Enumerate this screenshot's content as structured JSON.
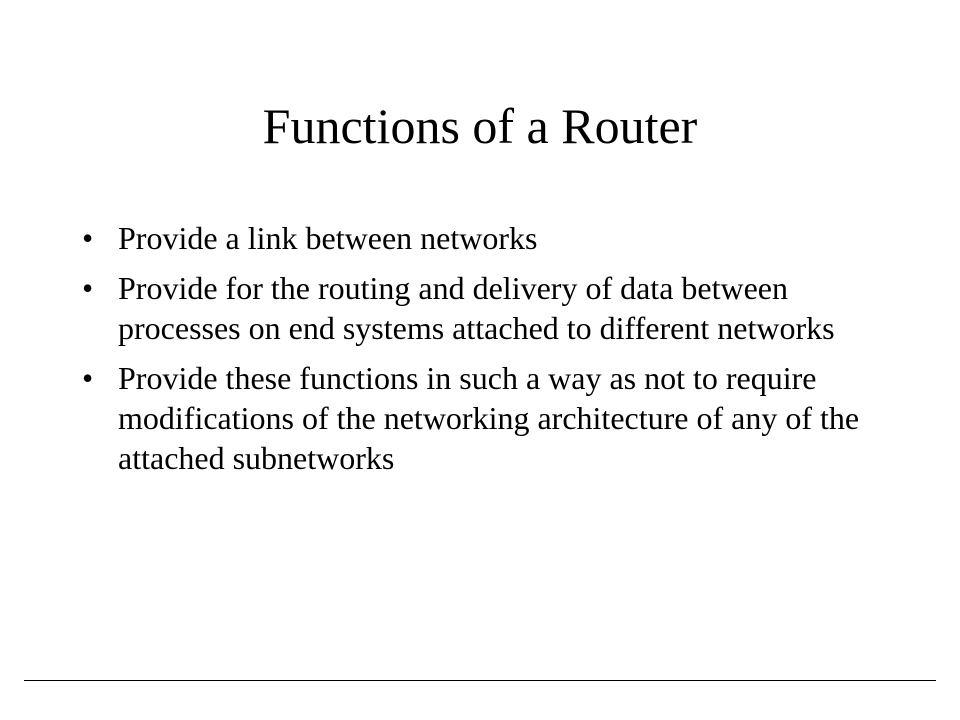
{
  "slide": {
    "title": "Functions of a Router",
    "bullets": [
      {
        "marker": "•",
        "text": "Provide a link between networks"
      },
      {
        "marker": "•",
        "text": "Provide for the routing and delivery of data between processes on end systems attached to different networks"
      },
      {
        "marker": "•",
        "text": "Provide these functions in such a way as not to require modifications of the networking architecture of any of the attached subnetworks"
      }
    ]
  },
  "colors": {
    "background": "#ffffff",
    "text": "#000000"
  }
}
